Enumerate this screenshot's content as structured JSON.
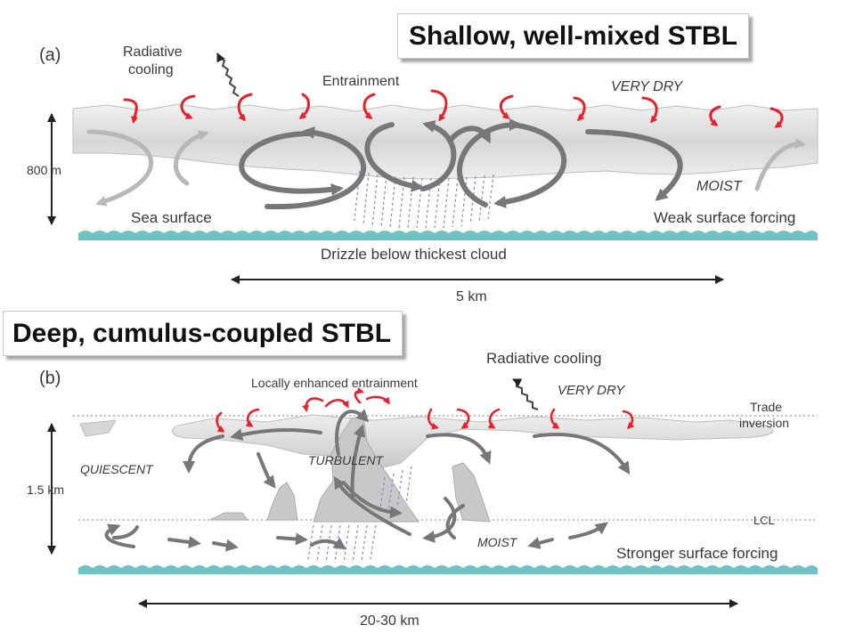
{
  "panel_a": {
    "banner_title": "Shallow, well-mixed STBL",
    "panel_label": "(a)",
    "radiative_cooling_line1": "Radiative",
    "radiative_cooling_line2": "cooling",
    "entrainment": "Entrainment",
    "very_dry": "VERY DRY",
    "height_label": "800 m",
    "moist": "MOIST",
    "sea_surface": "Sea surface",
    "weak_surface_forcing": "Weak surface forcing",
    "drizzle": "Drizzle below thickest cloud",
    "scale_label": "5 km"
  },
  "panel_b": {
    "banner_title": "Deep, cumulus-coupled STBL",
    "panel_label": "(b)",
    "radiative_cooling": "Radiative cooling",
    "locally_enhanced_entrainment": "Locally enhanced entrainment",
    "very_dry": "VERY DRY",
    "trade_inversion_line1": "Trade",
    "trade_inversion_line2": "inversion",
    "quiescent": "QUIESCENT",
    "turbulent": "TURBULENT",
    "height_label": "1.5 km",
    "lcl": "LCL",
    "moist": "MOIST",
    "stronger_surface_forcing": "Stronger surface forcing",
    "scale_label": "20-30 km"
  },
  "colors": {
    "entrainment_arrow": "#e8202a",
    "circulation_arrow": "#777777",
    "cloud_fill": "#dcdcdc",
    "sea": "#6fc2c2",
    "drizzle": "#8a84c8",
    "text": "#3a3a3a"
  }
}
